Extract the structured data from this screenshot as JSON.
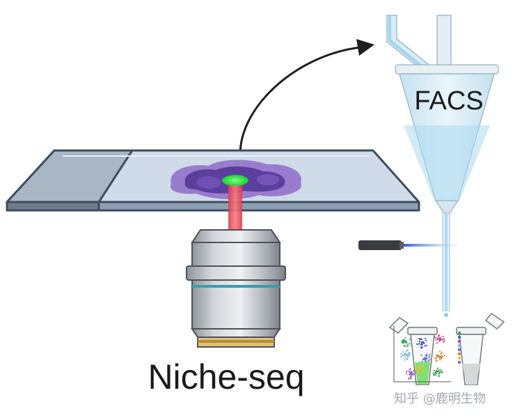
{
  "labels": {
    "facs": "FACS",
    "method": "Niche-seq",
    "watermark": "知乎 @鹿明生物"
  },
  "colors": {
    "slide_edge": "#3d4d5e",
    "slide_top": "#d6e2ee",
    "frosted_end": "#a9b6c4",
    "tissue_dark": "#5b3f9c",
    "tissue_light": "#8e6cc9",
    "labeled_cells": "#22e33b",
    "laser_beam": "#e8545f",
    "objective_silver": "#b7bcc1",
    "objective_gold": "#d9b25a",
    "objective_teal": "#3a9db0",
    "facs_funnel": "#cfe7f3",
    "detection_laser": "#6aa8f0",
    "arrow": "#1f1f1f"
  },
  "icons": {
    "slide": "microscope-slide-icon",
    "objective": "microscope-objective-icon",
    "facs": "facs-sorter-icon",
    "laser": "laser-pointer-icon",
    "tubes": "sample-tube-icon",
    "plot": "tsne-plot-icon"
  }
}
